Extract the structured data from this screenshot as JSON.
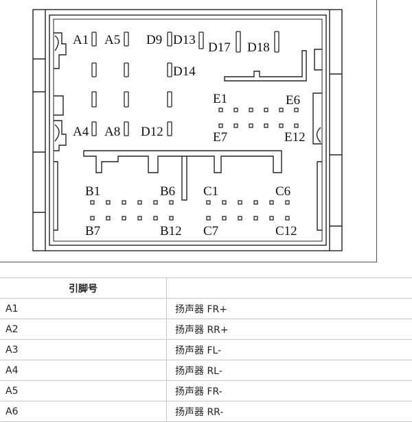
{
  "connector": {
    "labels": {
      "A1": "A1",
      "A5": "A5",
      "D9": "D9",
      "D13": "D13",
      "D17": "D17",
      "D18": "D18",
      "D14": "D14",
      "E1": "E1",
      "E6": "E6",
      "A4": "A4",
      "A8": "A8",
      "D12": "D12",
      "E7": "E7",
      "E12": "E12",
      "B1": "B1",
      "B6": "B6",
      "C1": "C1",
      "C6": "C6",
      "B7": "B7",
      "B12": "B12",
      "C7": "C7",
      "C12": "C12"
    }
  },
  "table": {
    "header": {
      "pin": "引脚号",
      "function": ""
    },
    "rows": [
      {
        "pin": "A1",
        "function": "扬声器 FR+"
      },
      {
        "pin": "A2",
        "function": "扬声器 RR+"
      },
      {
        "pin": "A3",
        "function": "扬声器 FL-"
      },
      {
        "pin": "A4",
        "function": "扬声器 RL-"
      },
      {
        "pin": "A5",
        "function": "扬声器 FR-"
      },
      {
        "pin": "A6",
        "function": "扬声器 RR-"
      }
    ]
  }
}
